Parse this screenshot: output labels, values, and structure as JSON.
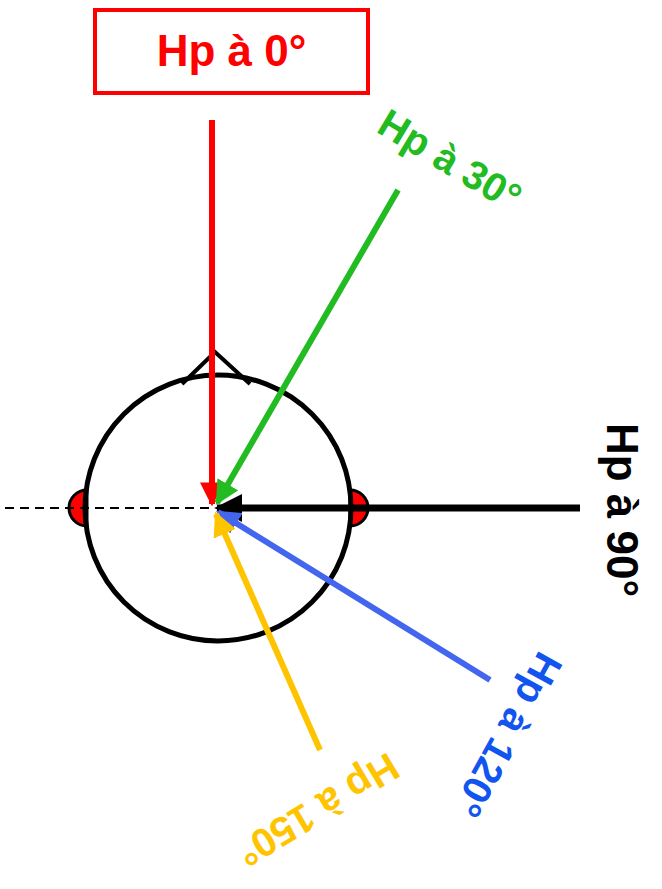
{
  "diagram": {
    "nodes": [
      {
        "text": [
          "Hp à 0°"
        ]
      }
    ],
    "labels": [
      "Hp à 30°",
      "Hp à 90°",
      "Hp à 120°",
      "Hp à 150°"
    ]
  }
}
